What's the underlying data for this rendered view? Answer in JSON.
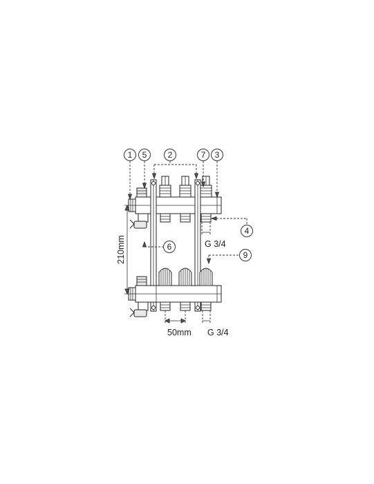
{
  "callouts": [
    {
      "id": "c1",
      "label": "1"
    },
    {
      "id": "c5",
      "label": "5"
    },
    {
      "id": "c2",
      "label": "2"
    },
    {
      "id": "c7",
      "label": "7"
    },
    {
      "id": "c3",
      "label": "3"
    },
    {
      "id": "c4",
      "label": "4"
    },
    {
      "id": "c6",
      "label": "6"
    },
    {
      "id": "c9",
      "label": "9"
    }
  ],
  "dimensions": {
    "height": "210mm",
    "spacing": "50mm",
    "thread_upper": "G 3/4",
    "thread_lower": "G 3/4"
  }
}
